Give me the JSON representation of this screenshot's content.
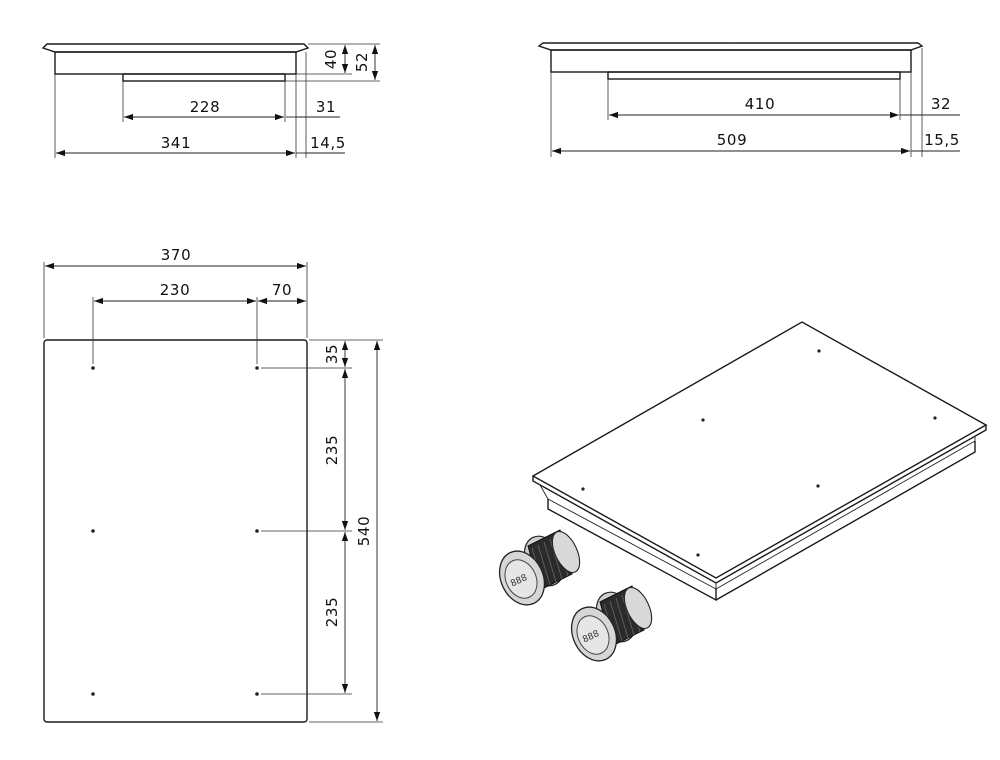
{
  "side_view_narrow": {
    "height_a": "40",
    "height_b": "52",
    "inner_width": "228",
    "offset_a": "31",
    "outer_width": "341",
    "offset_b": "14,5"
  },
  "side_view_wide": {
    "inner_width": "410",
    "offset_a": "32",
    "outer_width": "509",
    "offset_b": "15,5"
  },
  "top_view": {
    "total_width": "370",
    "hole_spacing_x": "230",
    "edge_offset_x": "70",
    "edge_offset_y": "35",
    "hole_spacing_y1": "235",
    "hole_spacing_y2": "235",
    "total_height": "540"
  },
  "knob_front_label": "888",
  "colors": {
    "line": "#1a1a1a",
    "knob_body": "#d6d6d6",
    "knob_grip": "#2a2a2a"
  }
}
